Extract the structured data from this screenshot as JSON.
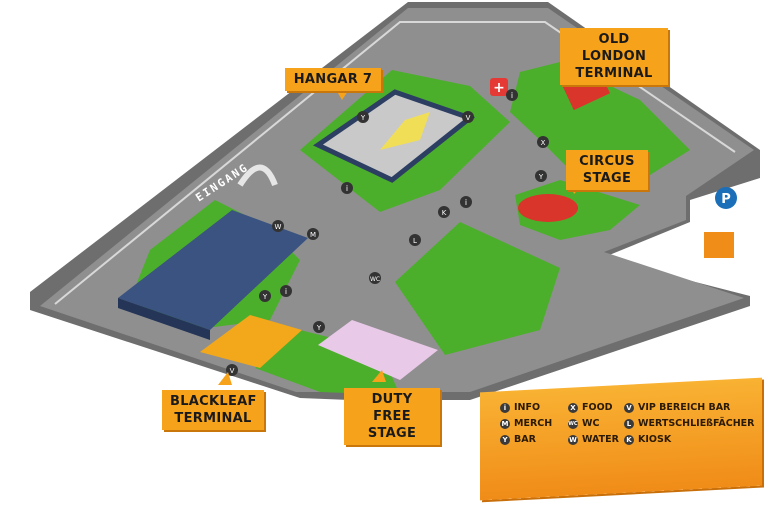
{
  "labels": {
    "old_london_1": "OLD LONDON",
    "old_london_2": "TERMINAL",
    "hangar": "HANGAR 7",
    "circus_1": "CIRCUS",
    "circus_2": "STAGE",
    "blackleaf_1": "BLACKLEAF",
    "blackleaf_2": "TERMINAL",
    "dutyfree_1": "DUTY FREE",
    "dutyfree_2": "STAGE",
    "entrance": "EINGANG"
  },
  "legend": {
    "info": "INFO",
    "merch": "MERCH",
    "bar": "BAR",
    "food": "FOOD",
    "wc": "WC",
    "water": "WATER",
    "vip": "VIP BEREICH BAR",
    "lockers": "WERTSCHLIEßFÄCHER",
    "kiosk": "KIOSK"
  },
  "icons": {
    "info": "i",
    "merch": "M",
    "bar": "Y",
    "food": "X",
    "wc": "WC",
    "water": "W",
    "vip": "V",
    "lockers": "L",
    "kiosk": "K",
    "parking": "P"
  },
  "colors": {
    "sign": "#f7a21b",
    "grass": "#4caf2c",
    "road": "#9a9a9a",
    "building": "#2d3e63"
  }
}
